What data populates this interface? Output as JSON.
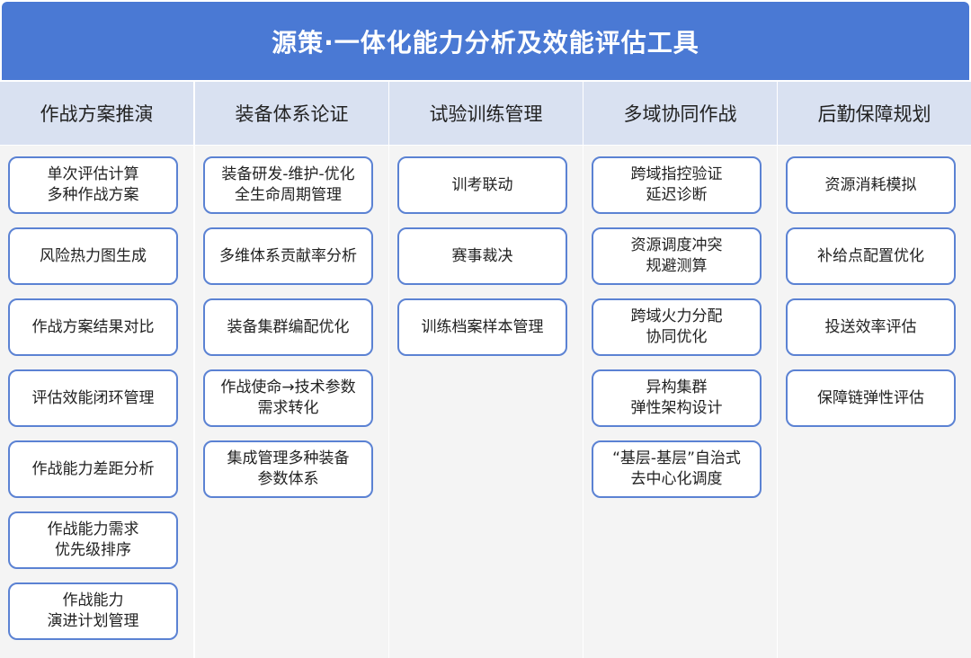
{
  "title": "源策·一体化能力分析及效能评估工具",
  "columns": [
    {
      "header": "作战方案推演",
      "items": [
        [
          "单次评估计算",
          "多种作战方案"
        ],
        [
          "风险热力图生成"
        ],
        [
          "作战方案结果对比"
        ],
        [
          "评估效能闭环管理"
        ],
        [
          "作战能力差距分析"
        ],
        [
          "作战能力需求",
          "优先级排序"
        ],
        [
          "作战能力",
          "演进计划管理"
        ]
      ]
    },
    {
      "header": "装备体系论证",
      "items": [
        [
          "装备研发-维护-优化",
          "全生命周期管理"
        ],
        [
          "多维体系贡献率分析"
        ],
        [
          "装备集群编配优化"
        ],
        [
          "作战使命→技术参数",
          "需求转化"
        ],
        [
          "集成管理多种装备",
          "参数体系"
        ]
      ]
    },
    {
      "header": "试验训练管理",
      "items": [
        [
          "训考联动"
        ],
        [
          "赛事裁决"
        ],
        [
          "训练档案样本管理"
        ]
      ]
    },
    {
      "header": "多域协同作战",
      "items": [
        [
          "跨域指控验证",
          "延迟诊断"
        ],
        [
          "资源调度冲突",
          "规避测算"
        ],
        [
          "跨域火力分配",
          "协同优化"
        ],
        [
          "异构集群",
          "弹性架构设计"
        ],
        [
          "“基层-基层”自治式",
          "去中心化调度"
        ]
      ]
    },
    {
      "header": "后勤保障规划",
      "items": [
        [
          "资源消耗模拟"
        ],
        [
          "补给点配置优化"
        ],
        [
          "投送效率评估"
        ],
        [
          "保障链弹性评估"
        ]
      ]
    }
  ]
}
